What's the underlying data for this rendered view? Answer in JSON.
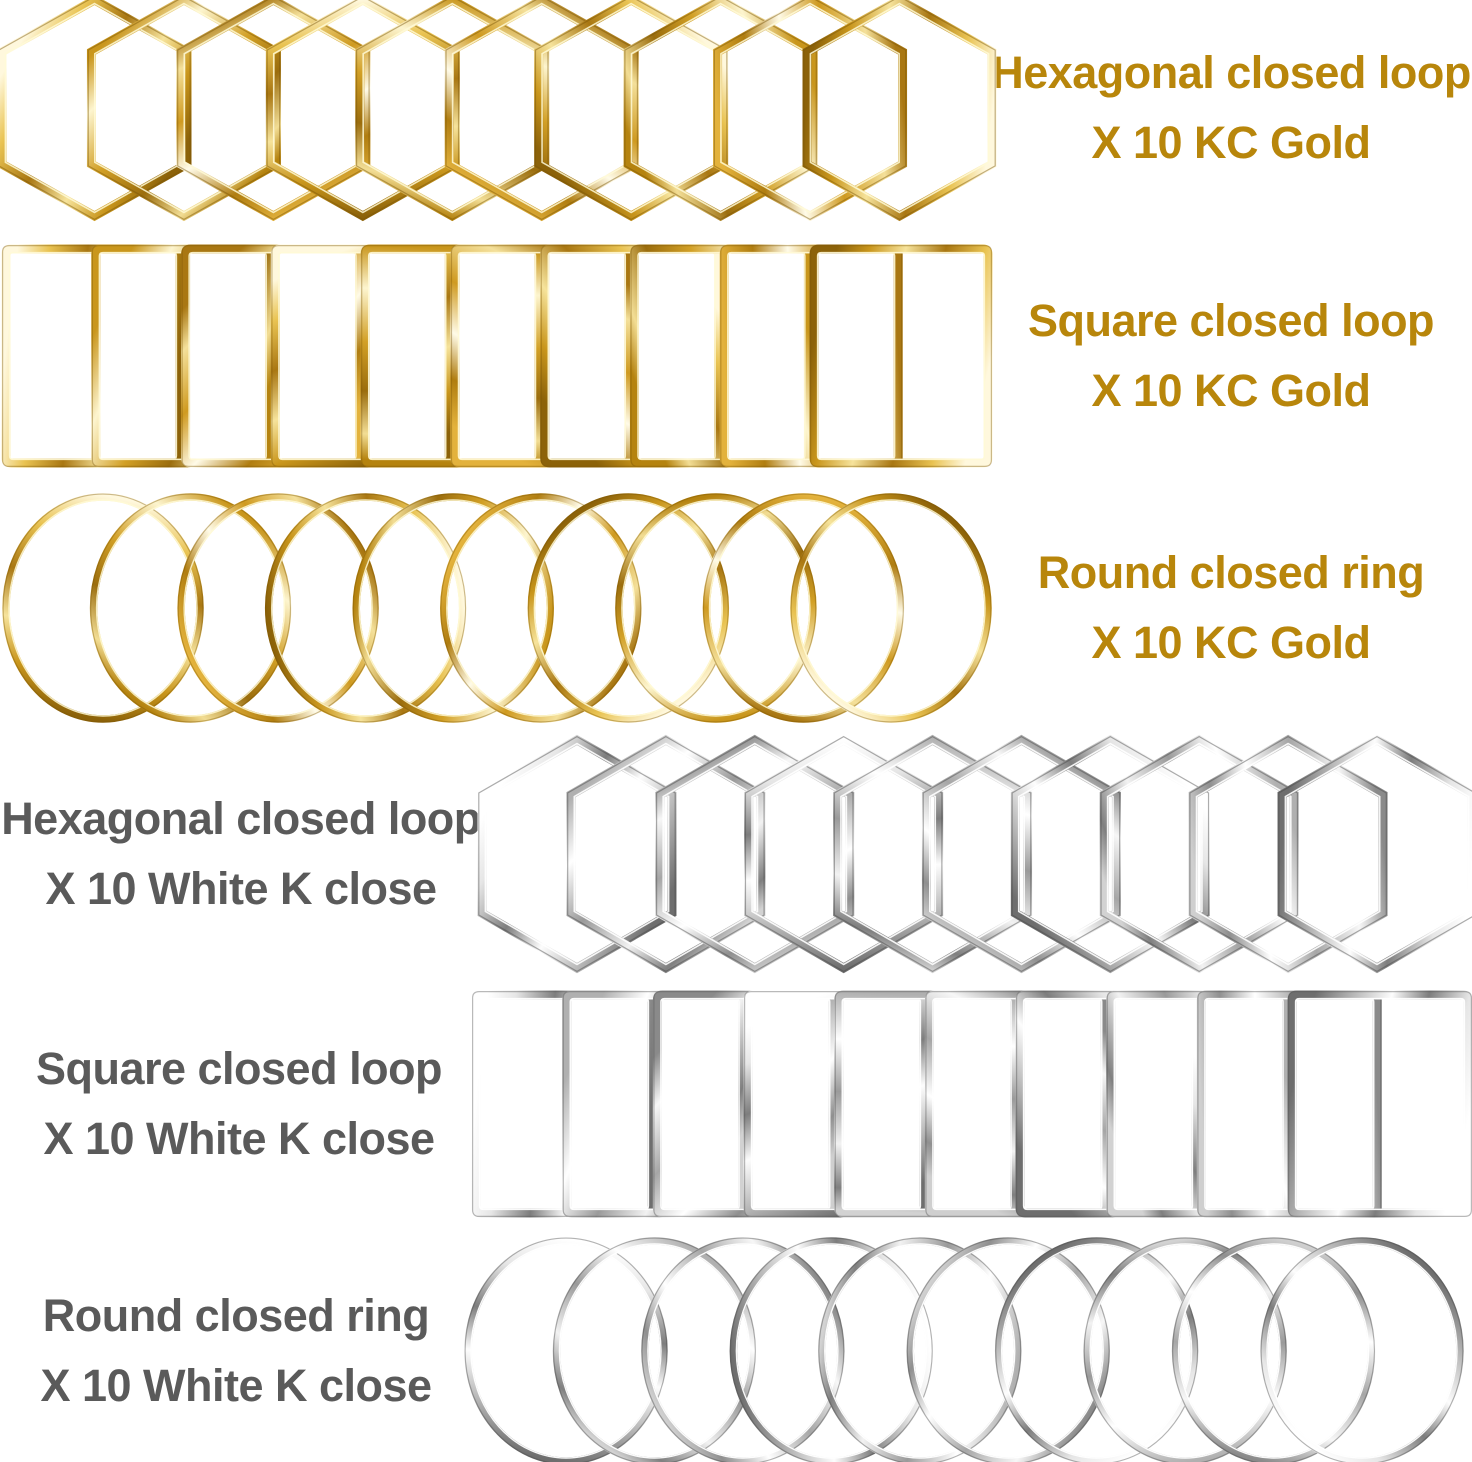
{
  "background_color": "#ffffff",
  "palette": {
    "gold_text": "#b8860b",
    "silver_text": "#5a5a5a",
    "gold_metal_light": "#fdf3c8",
    "gold_metal_mid": "#e3b23c",
    "gold_metal_dark": "#a97712",
    "silver_metal_light": "#ffffff",
    "silver_metal_mid": "#d9d9d9",
    "silver_metal_dark": "#6e6e6e"
  },
  "rows": [
    {
      "id": "gold-hexagon",
      "shape": "hexagon",
      "finish": "gold",
      "quantity": 10,
      "text_side": "right",
      "line1": "Hexagonal closed loop",
      "line2": "X 10 KC Gold"
    },
    {
      "id": "gold-square",
      "shape": "square",
      "finish": "gold",
      "quantity": 10,
      "text_side": "right",
      "line1": "Square closed loop",
      "line2": "X 10 KC Gold"
    },
    {
      "id": "gold-round",
      "shape": "round",
      "finish": "gold",
      "quantity": 10,
      "text_side": "right",
      "line1": "Round closed ring",
      "line2": "X 10 KC Gold"
    },
    {
      "id": "silver-hexagon",
      "shape": "hexagon",
      "finish": "silver",
      "quantity": 10,
      "text_side": "left",
      "line1": "Hexagonal closed loop",
      "line2": "X 10 White K close"
    },
    {
      "id": "silver-square",
      "shape": "square",
      "finish": "silver",
      "quantity": 10,
      "text_side": "left",
      "line1": "Square closed loop",
      "line2": "X 10 White K close"
    },
    {
      "id": "silver-round",
      "shape": "round",
      "finish": "silver",
      "quantity": 10,
      "text_side": "left",
      "line1": "Round closed ring",
      "line2": "X 10 White K close"
    }
  ]
}
